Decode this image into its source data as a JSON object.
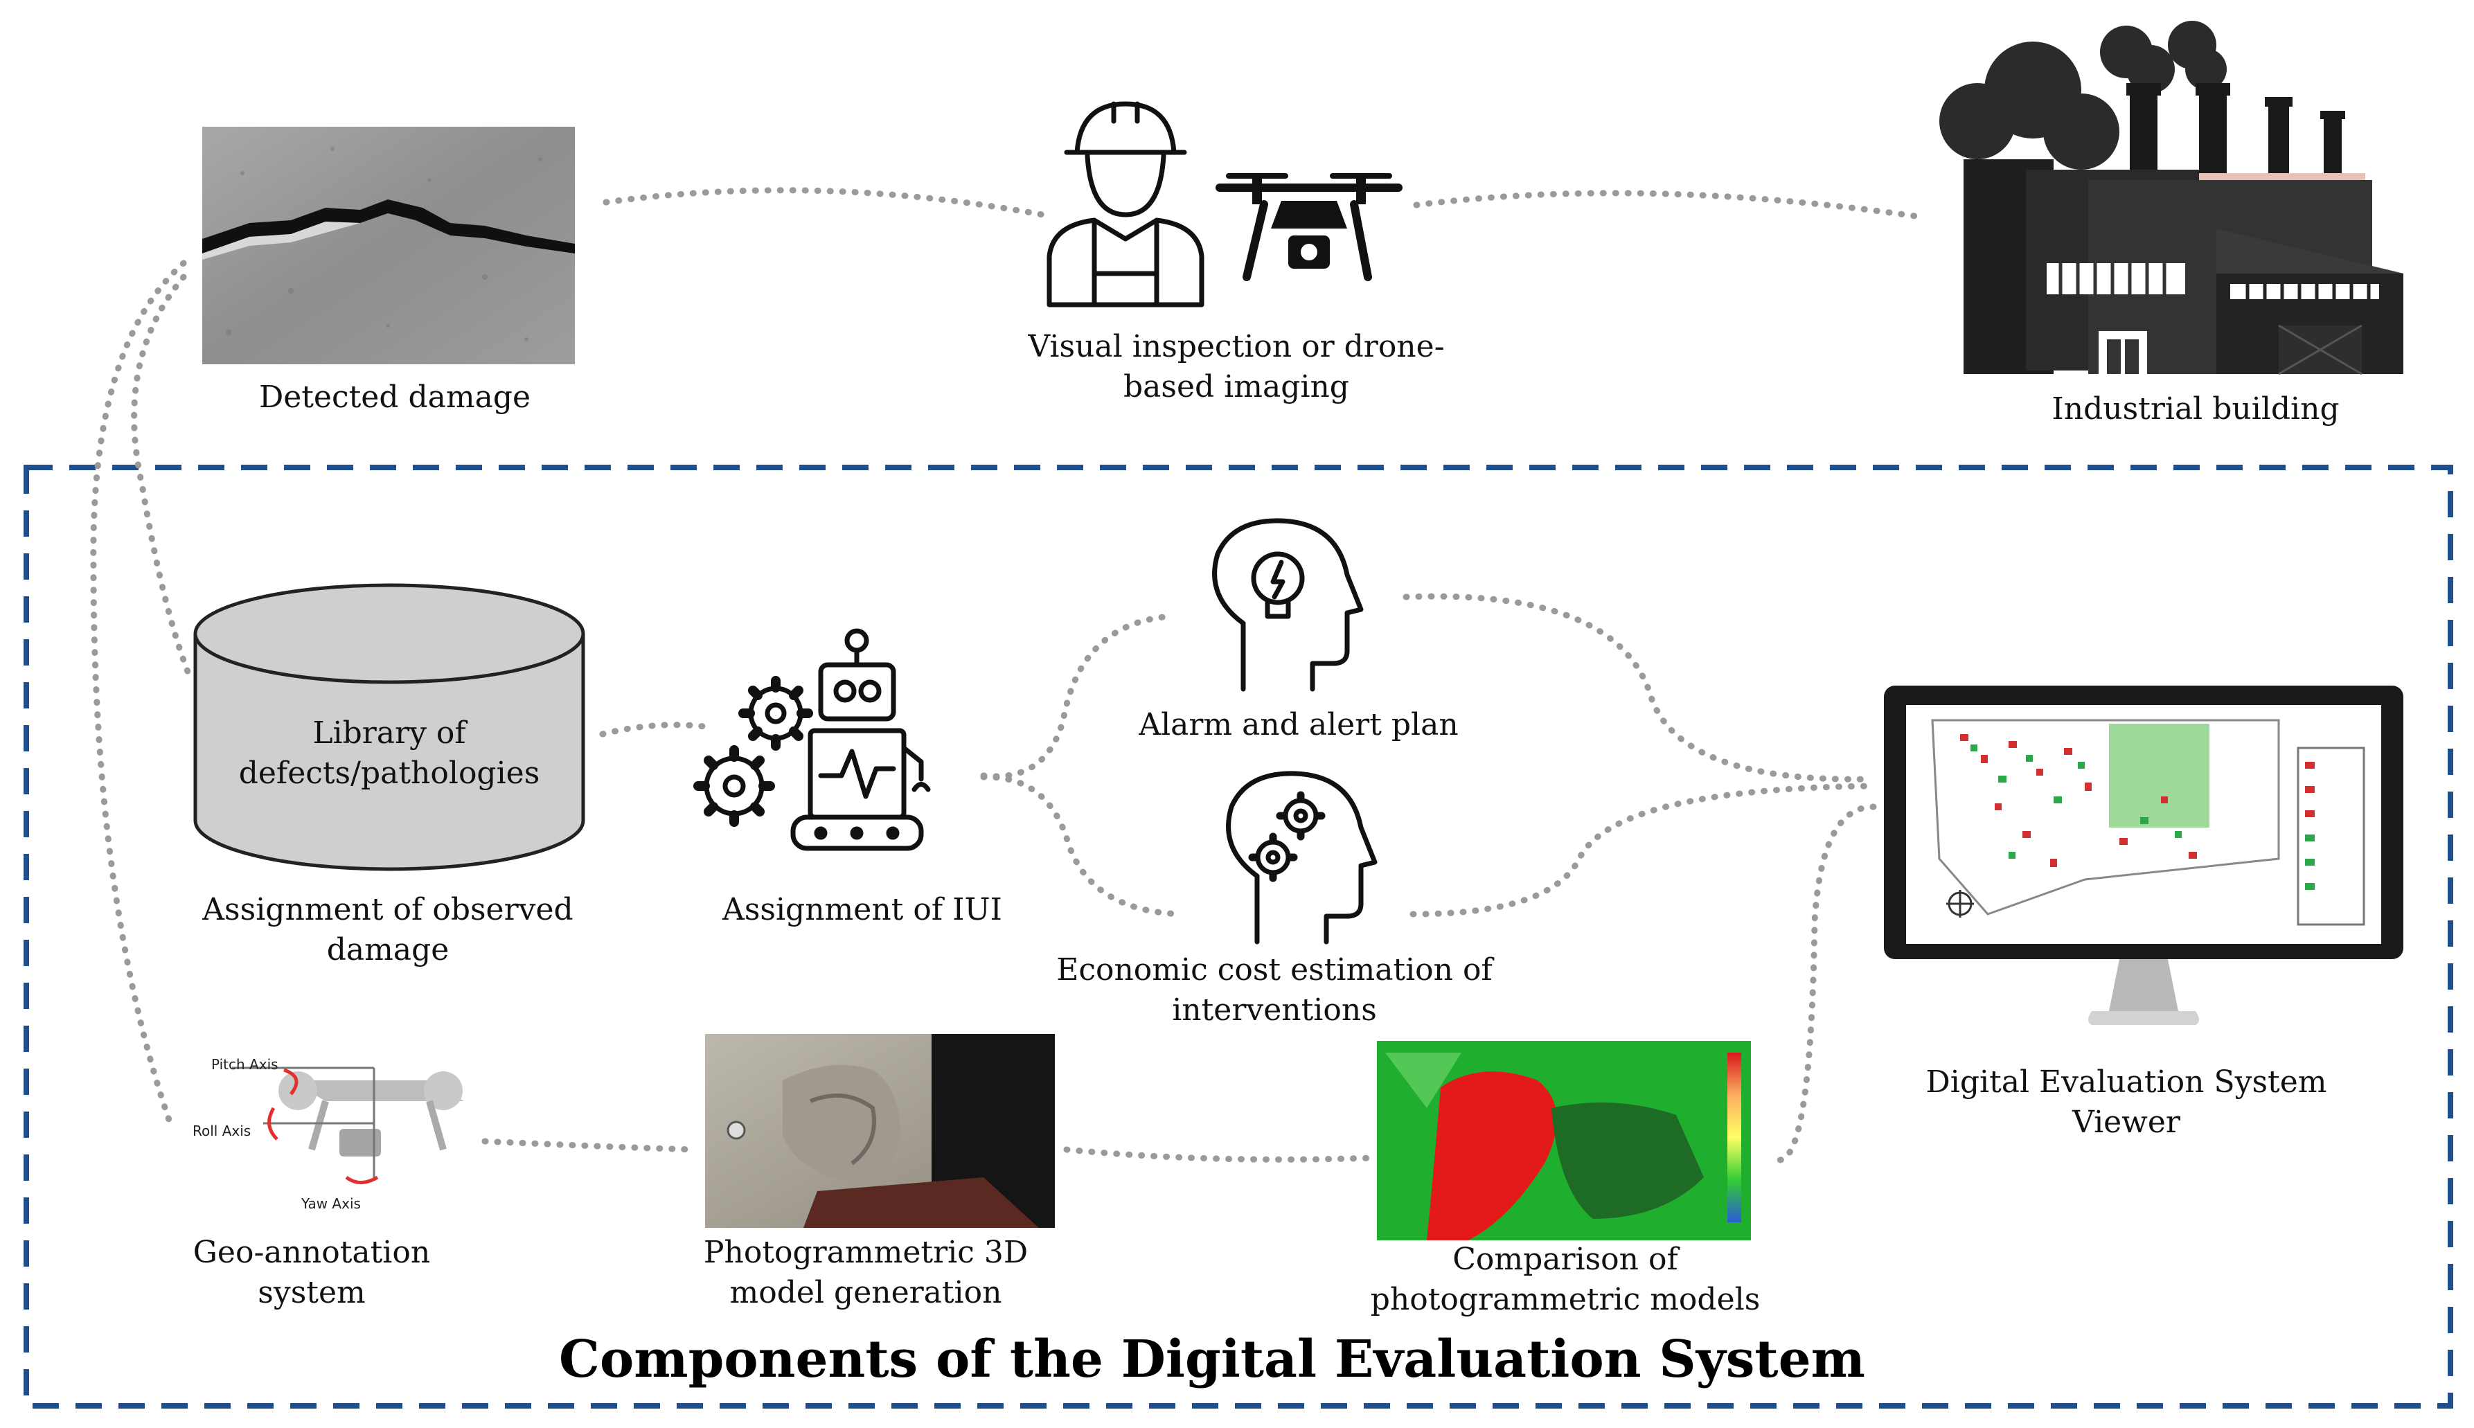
{
  "labels": {
    "detected_damage": "Detected damage",
    "visual_inspection": "Visual inspection or drone-\nbased imaging",
    "industrial_building": "Industrial building",
    "library": "Library of\ndefects/pathologies",
    "assignment_damage": "Assignment of observed\ndamage",
    "assignment_iui": "Assignment of IUI",
    "alarm_plan": "Alarm and alert plan",
    "cost_estimation": "Economic cost estimation of\ninterventions",
    "viewer": "Digital Evaluation System\nViewer",
    "geo_annotation": "Geo-annotation\nsystem",
    "photogrammetric_generation": "Photogrammetric 3D\nmodel generation",
    "comparison": "Comparison of\nphotogrammetric models"
  },
  "drone_axes": {
    "pitch": "Pitch Axis",
    "roll": "Roll Axis",
    "yaw": "Yaw Axis"
  },
  "section_title": "Components of the Digital Evaluation System",
  "colors": {
    "frame_dash": "#1f4e8c",
    "connector": "#9a9a9a",
    "icon": "#111111",
    "cylinder_fill": "#cfcfcf"
  }
}
